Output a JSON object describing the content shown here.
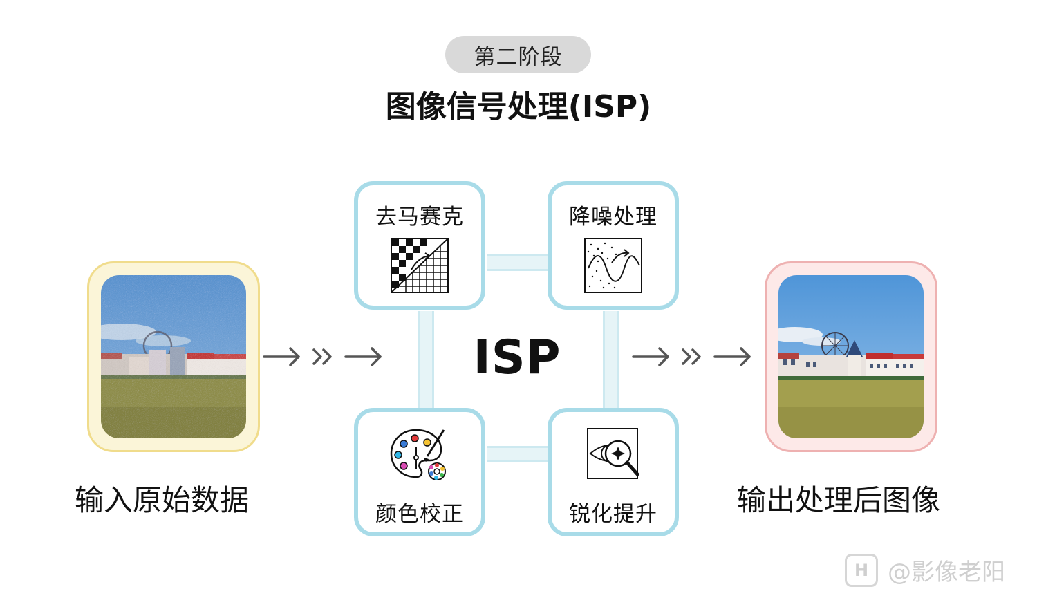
{
  "header": {
    "stage": "第二阶段",
    "title": "图像信号处理(ISP)"
  },
  "input": {
    "caption": "输入原始数据"
  },
  "output": {
    "caption": "输出处理后图像"
  },
  "isp": {
    "center_label": "ISP",
    "steps": [
      {
        "label": "去马赛克",
        "icon": "demosaic-icon"
      },
      {
        "label": "降噪处理",
        "icon": "denoise-icon"
      },
      {
        "label": "颜色校正",
        "icon": "color-palette-icon"
      },
      {
        "label": "锐化提升",
        "icon": "sharpen-eye-icon"
      }
    ]
  },
  "watermark": {
    "text": "@影像老阳"
  },
  "colors": {
    "input_frame_border": "#f0dc8c",
    "input_frame_fill": "#fbf5d8",
    "output_frame_border": "#eeb1b1",
    "output_frame_fill": "#fde9e8",
    "card_border": "#a8dbe8",
    "connector": "#e6f4f7",
    "pill": "#d9d9d9"
  }
}
